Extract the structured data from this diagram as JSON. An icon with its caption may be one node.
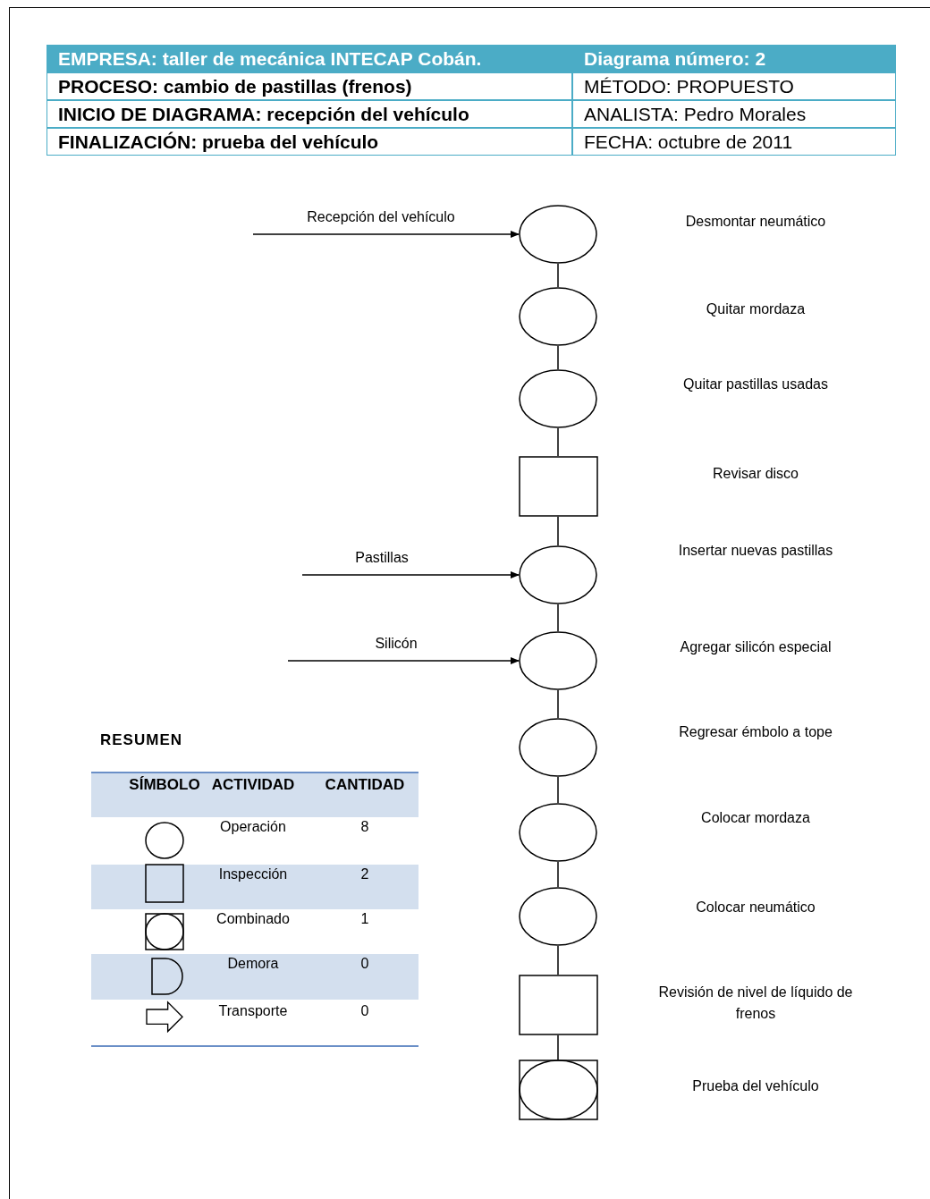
{
  "diagram": {
    "nodes": [
      {
        "text": [],
        "shape": "circle"
      },
      {
        "text": [],
        "shape": "circle"
      },
      {
        "text": [],
        "shape": "circle"
      },
      {
        "text": [],
        "shape": "box"
      },
      {
        "text": [],
        "shape": "circle"
      },
      {
        "text": [],
        "shape": "circle"
      },
      {
        "text": [],
        "shape": "circle"
      },
      {
        "text": [],
        "shape": "circle"
      },
      {
        "text": [],
        "shape": "circle"
      },
      {
        "text": [],
        "shape": "box"
      },
      {
        "text": [],
        "shape": "combined"
      }
    ],
    "edges": [
      {
        "from": null,
        "to": 0,
        "arrow": "to",
        "label": "Recepción del vehículo"
      },
      {
        "from": 0,
        "to": 1,
        "arrow": "none"
      },
      {
        "from": 1,
        "to": 2,
        "arrow": "none"
      },
      {
        "from": 2,
        "to": 3,
        "arrow": "none"
      },
      {
        "from": 3,
        "to": 4,
        "arrow": "none"
      },
      {
        "from": null,
        "to": 4,
        "arrow": "to",
        "label": "Pastillas"
      },
      {
        "from": 4,
        "to": 5,
        "arrow": "none"
      },
      {
        "from": null,
        "to": 5,
        "arrow": "to",
        "label": "Silicón"
      },
      {
        "from": 5,
        "to": 6,
        "arrow": "none"
      },
      {
        "from": 6,
        "to": 7,
        "arrow": "none"
      },
      {
        "from": 7,
        "to": 8,
        "arrow": "none"
      },
      {
        "from": 8,
        "to": 9,
        "arrow": "none"
      },
      {
        "from": 9,
        "to": 10,
        "arrow": "none"
      }
    ],
    "labels": [
      "EMPRESA: taller de mecánica INTECAP Cobán.",
      "Diagrama número: 2",
      "PROCESO: cambio de pastillas (frenos)",
      "MÉTODO: PROPUESTO",
      "INICIO DE DIAGRAMA: recepción del vehículo",
      "ANALISTA: Pedro Morales",
      "FINALIZACIÓN: prueba del vehículo",
      "FECHA: octubre de 2011",
      "Desmontar neumático",
      "Quitar mordaza",
      "Quitar pastillas usadas",
      "Revisar disco",
      "Insertar nuevas pastillas",
      "Agregar silicón especial",
      "Regresar émbolo a tope",
      "Colocar mordaza",
      "Colocar neumático",
      "Revisión de nivel de líquido de frenos",
      "Prueba del vehículo",
      "RESUMEN",
      "SÍMBOLO",
      "ACTIVIDAD",
      "CANTIDAD",
      "Operación",
      "8",
      "Inspección",
      "2",
      "Combinado",
      "1",
      "Demora",
      "0",
      "Transporte",
      "0"
    ]
  }
}
